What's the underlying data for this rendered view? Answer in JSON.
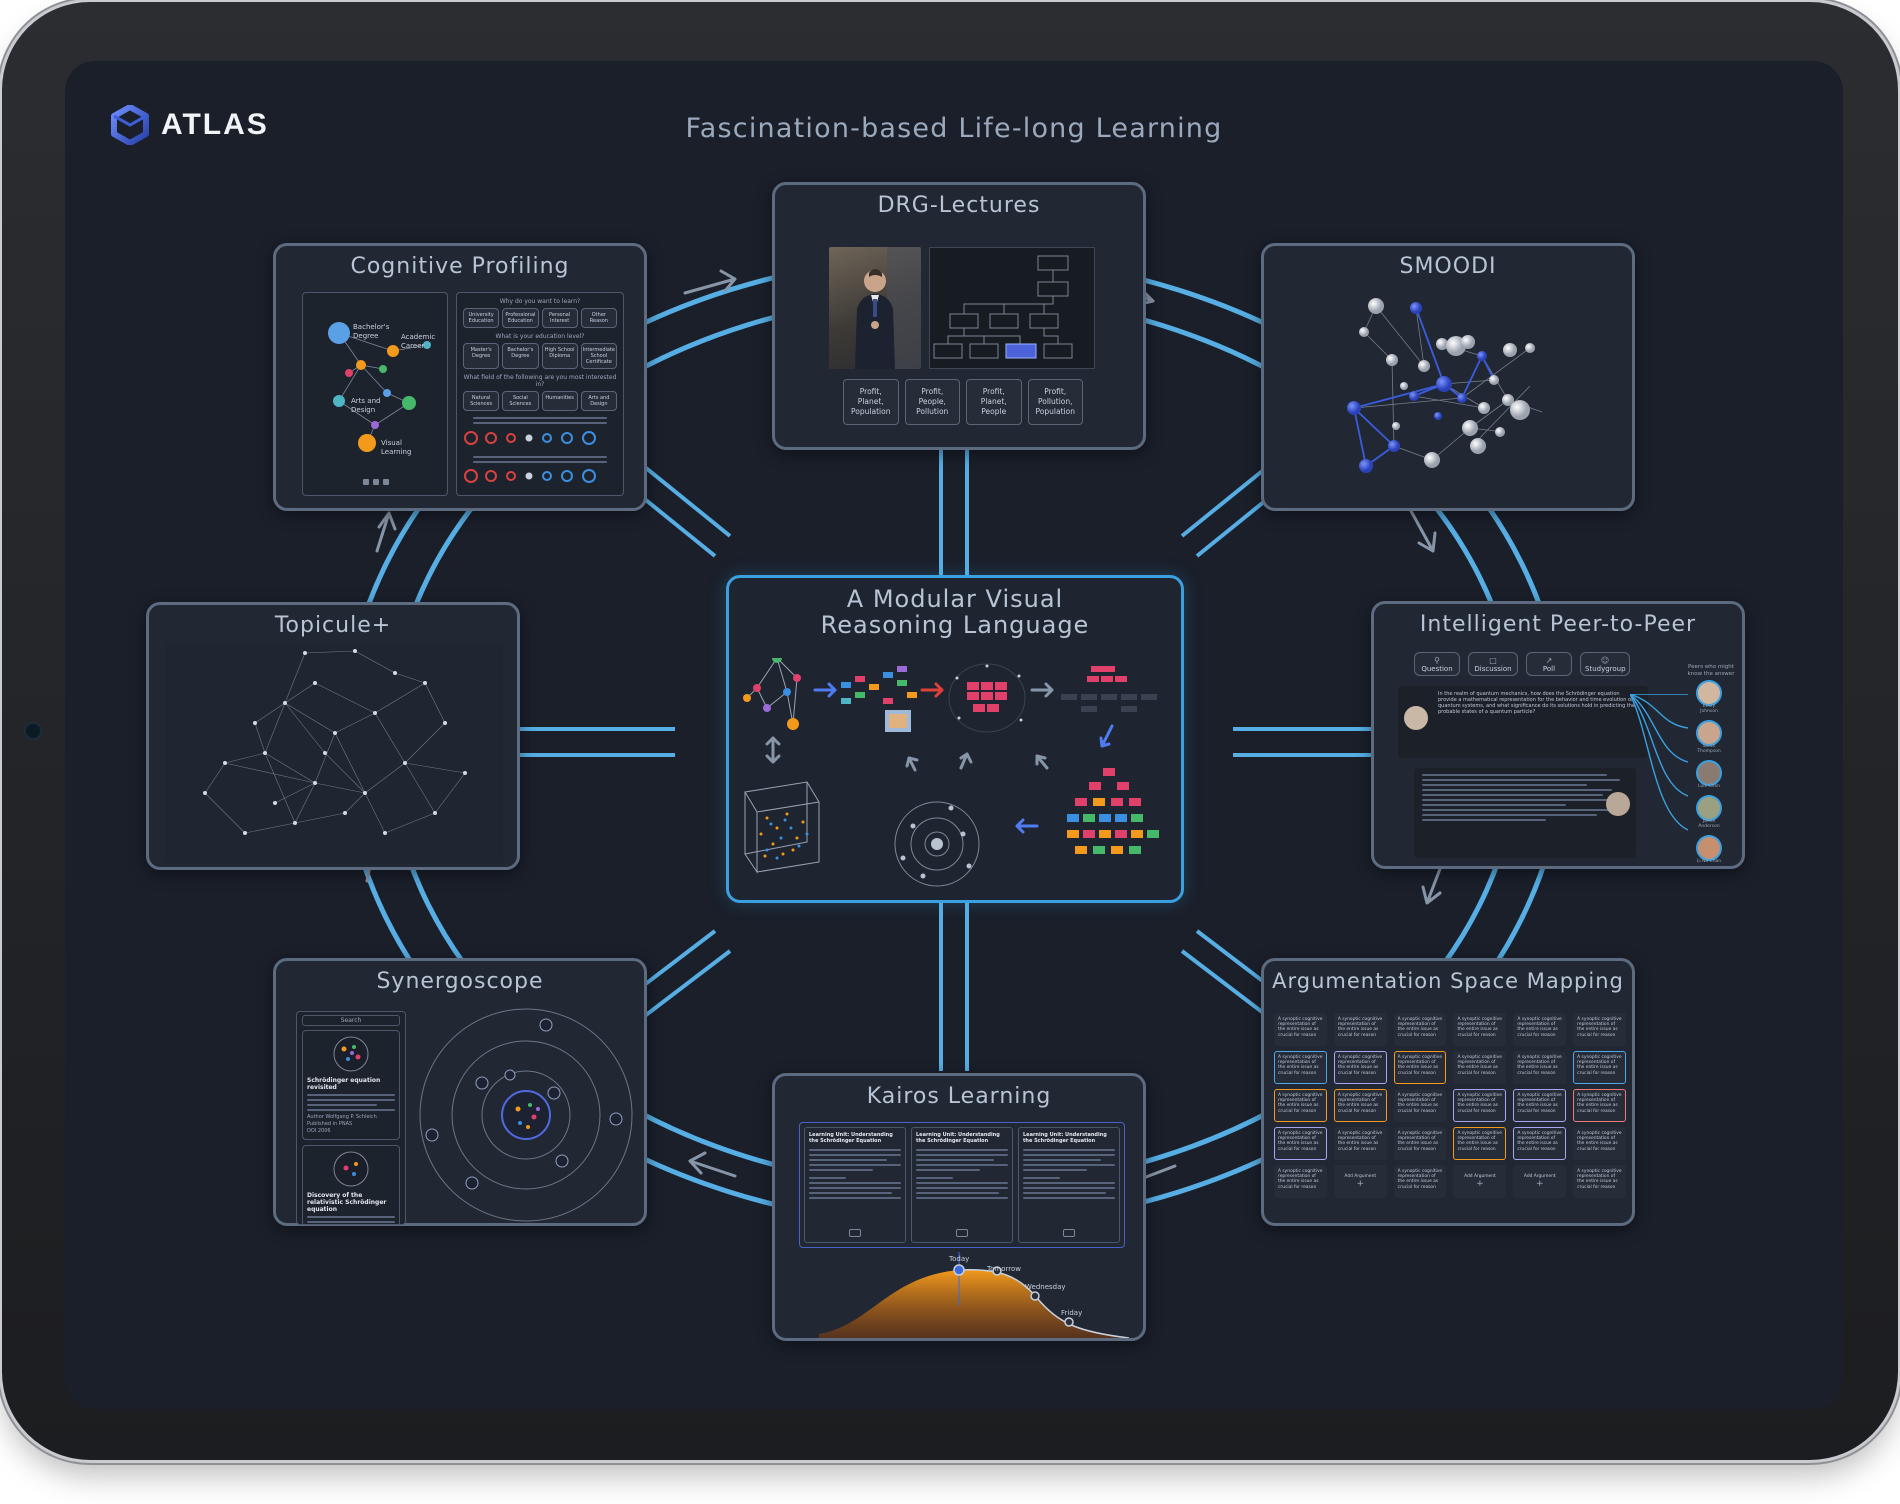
{
  "app": {
    "name": "ATLAS"
  },
  "page": {
    "title": "Fascination-based Life-long Learning"
  },
  "center_module": {
    "title_line1": "A Modular Visual",
    "title_line2": "Reasoning Language"
  },
  "modules": {
    "drg_lectures": {
      "title": "DRG-Lectures",
      "answer_options": [
        "Profit, Planet, Population",
        "Profit, People, Pollution",
        "Profit, Planet, People",
        "Profit, Pollution, Population"
      ]
    },
    "cognitive_profiling": {
      "title": "Cognitive Profiling",
      "graph_labels": [
        "Bachelor's Degree",
        "Academic Career",
        "Visual Learning",
        "Arts and Design"
      ],
      "question_1": "Why do you want to learn?",
      "options_1": [
        "University Education",
        "Professional Education",
        "Personal Interest",
        "Other Reason"
      ],
      "question_2": "What is your education level?",
      "options_2": [
        "Master's Degree",
        "Bachelor's Degree",
        "High School Diploma",
        "Intermediate School Certificate"
      ],
      "question_3": "What field of the following are you most interested in?",
      "options_3": [
        "Natural Sciences",
        "Social Sciences",
        "Humanities",
        "Arts and Design"
      ]
    },
    "smoodi": {
      "title": "SMOODI"
    },
    "topicule": {
      "title": "Topicule+"
    },
    "peer_to_peer": {
      "title": "Intelligent Peer-to-Peer",
      "tabs": [
        "Question",
        "Discussion",
        "Poll",
        "Studygroup"
      ],
      "side_caption": "Peers who might know the answer",
      "question_text": "In the realm of quantum mechanics, how does the Schrödinger equation provide a mathematical representation for the behavior and time evolution of quantum systems, and what significance do its solutions hold in predicting the probable states of a quantum particle?",
      "peers": [
        "Emily Johnson",
        "Sarah Thompson",
        "Luis Chen",
        "Jamie Anderson",
        "Li Na Chan"
      ]
    },
    "synergoscope": {
      "title": "Synergoscope",
      "search_placeholder": "Search",
      "paper_1_title": "Schrödinger equation revisited",
      "paper_1_meta": [
        "Author   Wolfgang P. Schleich",
        "Published in  PNAS",
        "DOI   2006"
      ],
      "paper_2_title": "Discovery of the relativistic Schrödinger equation"
    },
    "kairos": {
      "title": "Kairos Learning",
      "unit_titles": [
        "Learning Unit: Understanding the Schrödinger Equation",
        "Learning Unit: Understanding the Schrödinger Equation",
        "Learning Unit: Understanding the Schrödinger Equation"
      ],
      "timeline_labels": [
        "Today",
        "Tomorrow",
        "Wednesday",
        "Friday"
      ]
    },
    "argumentation": {
      "title": "Argumentation Space Mapping",
      "card_text": "A synoptic cognitive representation of the entire issue as crucial for reason",
      "add_label": "Add Argument"
    }
  },
  "colors": {
    "background": "#1a1f2a",
    "ring": "#5ab6ee",
    "card_border": "#5d6b80",
    "center_border": "#3aa0e0",
    "accent_orange": "#f39a1c",
    "accent_blue": "#3a5ce0"
  },
  "icons": [
    "atlas-logo-icon",
    "arrow-icon",
    "person-icon",
    "play-icon"
  ]
}
